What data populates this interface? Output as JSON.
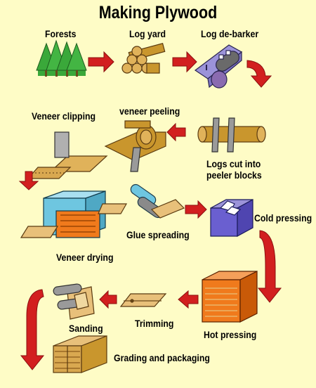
{
  "title": "Making Plywood",
  "steps": {
    "forests": "Forests",
    "log_yard": "Log yard",
    "debarker": "Log de-barker",
    "logs_cut_line1": "Logs cut into",
    "logs_cut_line2": "peeler blocks",
    "veneer_peeling": "veneer peeling",
    "veneer_clipping": "Veneer clipping",
    "veneer_drying": "Veneer drying",
    "glue_spreading": "Glue spreading",
    "cold_pressing": "Cold pressing",
    "hot_pressing": "Hot pressing",
    "trimming": "Trimming",
    "sanding": "Sanding",
    "grading_packaging": "Grading and packaging"
  },
  "colors": {
    "background": "#fefcc6",
    "arrow": "#d21f1f",
    "tree": "#3aa83a",
    "wood": "#c9962d",
    "machine_purple": "#9b93d9",
    "dryer_blue": "#6ec6e0",
    "press_orange": "#f07a1c",
    "board_tan": "#e8c07a"
  }
}
